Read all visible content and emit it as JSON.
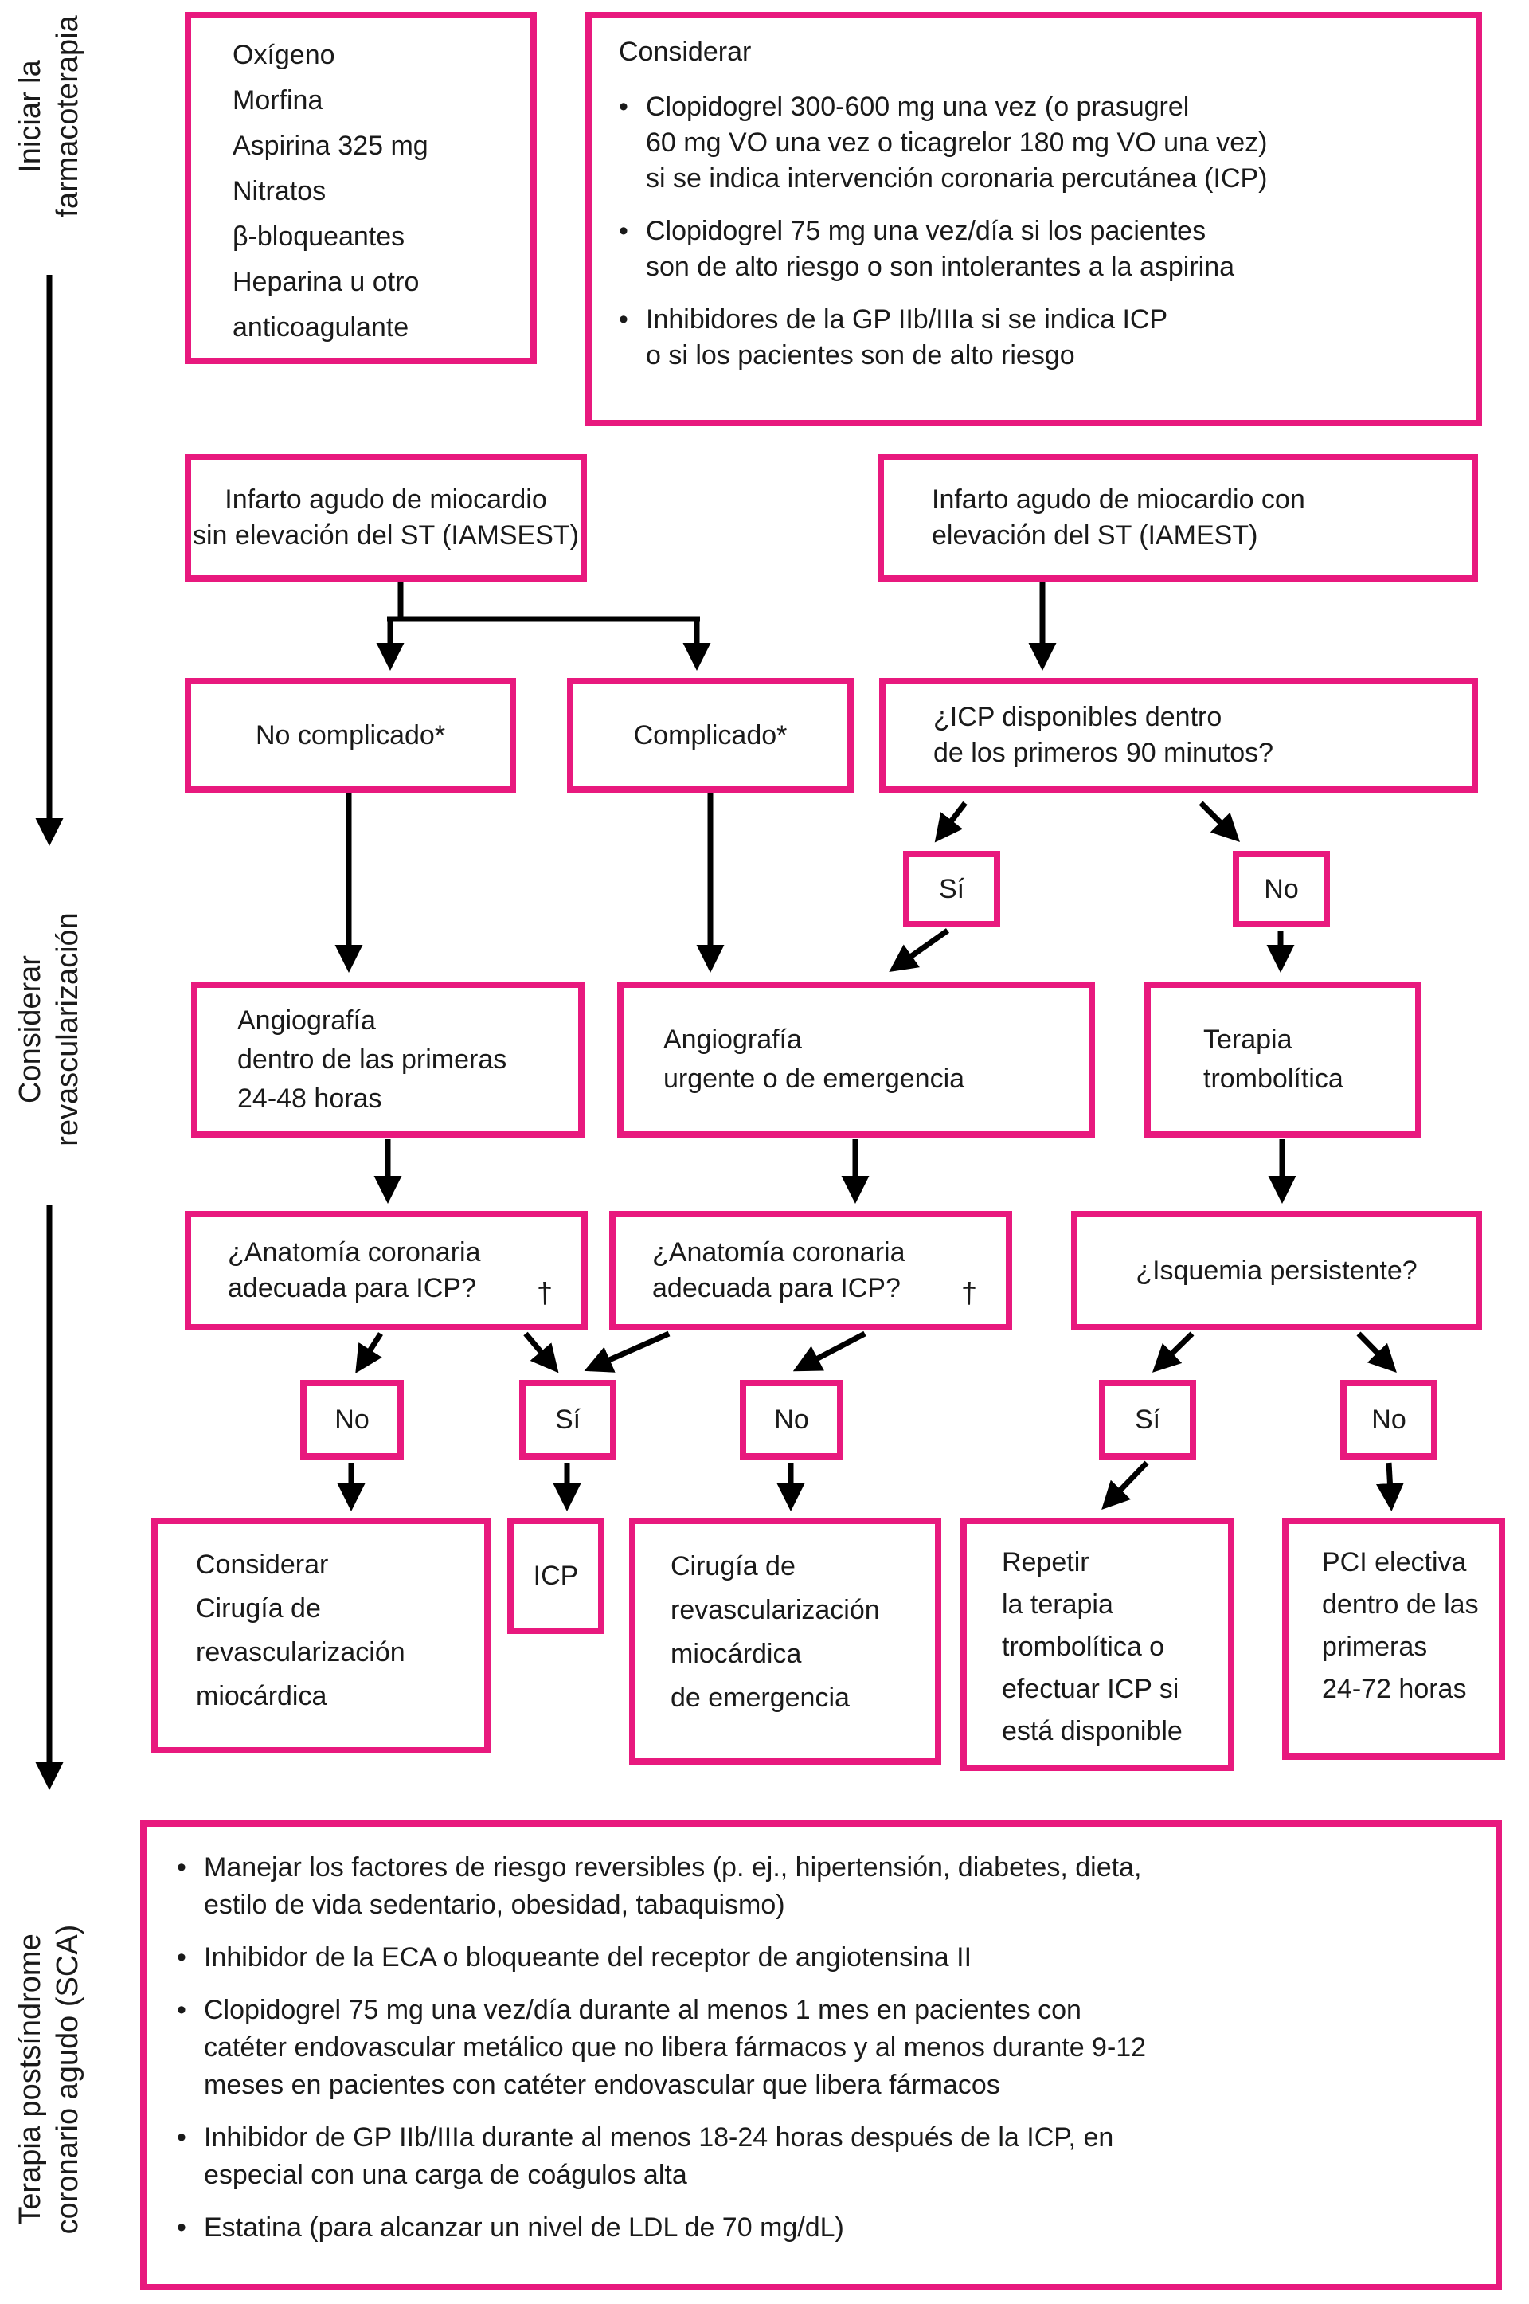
{
  "glyphs": {
    "bullet": "•",
    "dagger": "†"
  },
  "palette": {
    "box_border": "#e8197e",
    "text": "#1a1a1a",
    "arrow": "#000000",
    "background": "#ffffff"
  },
  "side_labels": {
    "pharmacotherapy": "Iniciar la\nfarmacoterapia",
    "revascularization": "Considerar\nrevascularización",
    "post_acs": "Terapia postsíndrome\ncoronario agudo (SCA)"
  },
  "nodes": {
    "initial_drugs": {
      "text": "Oxígeno\nMorfina\nAspirina 325 mg\nNitratos\nβ-bloqueantes\nHeparina u otro\nanticoagulante"
    },
    "consider": {
      "title": "Considerar",
      "bullets": [
        "Clopidogrel 300-600 mg una vez (o prasugrel\n60 mg VO una vez o ticagrelor 180 mg VO una vez)\nsi se indica intervención coronaria percutánea (ICP)",
        "Clopidogrel 75 mg una vez/día si los pacientes\nson de alto riesgo o son intolerantes a la aspirina",
        "Inhibidores de la GP IIb/IIIa si se indica ICP\no si los pacientes son de alto riesgo"
      ]
    },
    "iamsest": {
      "text": "Infarto agudo de miocardio\nsin elevación del ST (IAMSEST)"
    },
    "iamest": {
      "text": "Infarto agudo de miocardio con\nelevación del ST (IAMEST)"
    },
    "no_complicado": {
      "text": "No complicado*"
    },
    "complicado": {
      "text": "Complicado*"
    },
    "icp_90": {
      "text": "¿ICP disponibles dentro\nde los primeros 90 minutos?"
    },
    "si_icp": {
      "text": "Sí"
    },
    "no_icp": {
      "text": "No"
    },
    "angio_24_48": {
      "text": "Angiografía\ndentro de las primeras\n24-48 horas"
    },
    "angio_urgente": {
      "text": "Angiografía\nurgente o de emergencia"
    },
    "trombolitica": {
      "text": "Terapia\ntrombolítica"
    },
    "anatomia_1": {
      "text": "¿Anatomía coronaria\nadecuada para ICP?"
    },
    "anatomia_2": {
      "text": "¿Anatomía coronaria\nadecuada para ICP?"
    },
    "isquemia": {
      "text": "¿Isquemia persistente?"
    },
    "no_anat1": {
      "text": "No"
    },
    "si_icp_proc": {
      "text": "Sí"
    },
    "no_anat2": {
      "text": "No"
    },
    "si_isquemia": {
      "text": "Sí"
    },
    "no_isquemia": {
      "text": "No"
    },
    "considerar_cirugia": {
      "text": "Considerar\nCirugía de\nrevascularización\nmiocárdica"
    },
    "icp": {
      "text": "ICP"
    },
    "cirugia_emergencia": {
      "text": "Cirugía de\nrevascularización\nmiocárdica\nde emergencia"
    },
    "repetir": {
      "text": "Repetir\nla terapia\ntrombolítica o\nefectuar ICP si\nestá disponible"
    },
    "pci_electiva": {
      "text": "PCI electiva\ndentro de las\nprimeras\n24-72 horas"
    },
    "post_acs": {
      "bullets": [
        "Manejar los factores de riesgo reversibles (p. ej., hipertensión, diabetes, dieta,\nestilo de vida sedentario, obesidad, tabaquismo)",
        "Inhibidor de la ECA o bloqueante del receptor de angiotensina II",
        "Clopidogrel 75 mg una vez/día durante al menos 1 mes en pacientes con\ncatéter endovascular metálico que no libera fármacos y al menos durante 9-12\nmeses en pacientes con catéter endovascular que libera fármacos",
        "Inhibidor de GP IIb/IIIa durante al menos 18-24 horas después de la ICP, en\nespecial con una carga de coágulos alta",
        "Estatina (para alcanzar un nivel de LDL de 70 mg/dL)"
      ]
    }
  }
}
